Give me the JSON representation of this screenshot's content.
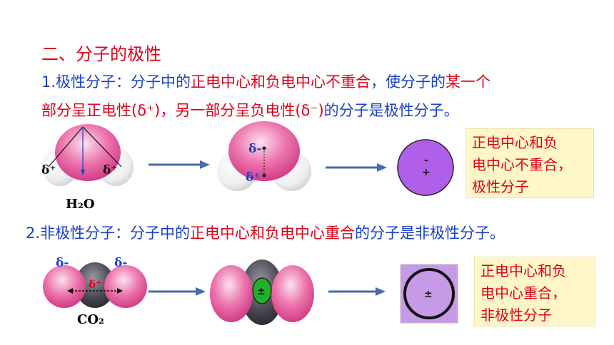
{
  "section_title": "二、分子的极性",
  "polar": {
    "heading_number": "1.",
    "heading_term": "极性分子：",
    "line1_part1": "分子中的",
    "line1_red1": "正电中心和负电中心不重合",
    "line1_part2": "，使分子的",
    "line1_red2": "某一个",
    "line2_red": "部分呈正电性(δ⁺)，另一部分呈负电性(δ⁻)",
    "line2_part": "的分子是极性分子。",
    "molecule_label": "H₂O",
    "delta_plus_left": "δ⁺",
    "delta_plus_right": "δ⁺",
    "delta_minus": "δ-",
    "delta_plus_center": "δ⁺",
    "circle_minus": "-",
    "circle_plus": "+",
    "note_line1": "正电中心和负",
    "note_line2": "电中心不重合，",
    "note_line3": "极性分子"
  },
  "nonpolar": {
    "heading_number": "2.",
    "heading_term": "非极性分子：",
    "part1": "分子中的",
    "red": "正电中心和负电中心重合",
    "part2": "的分子是非极性分子。",
    "molecule_label": "CO₂",
    "delta_minus_left": "δ-",
    "delta_minus_right": "δ-",
    "delta_plus_center": "δ⁺",
    "center_symbol": "±",
    "square_symbol": "±",
    "note_line1": "正电中心和负",
    "note_line2": "电中心重合，",
    "note_line3": "非极性分子"
  },
  "colors": {
    "red_text": "#e0001a",
    "blue_text": "#1a3fc8",
    "note_bg": "#fff7c9",
    "pink_lobe": "#e8509a",
    "charge_circle": "#b060e8",
    "green_center": "#22b02a"
  }
}
